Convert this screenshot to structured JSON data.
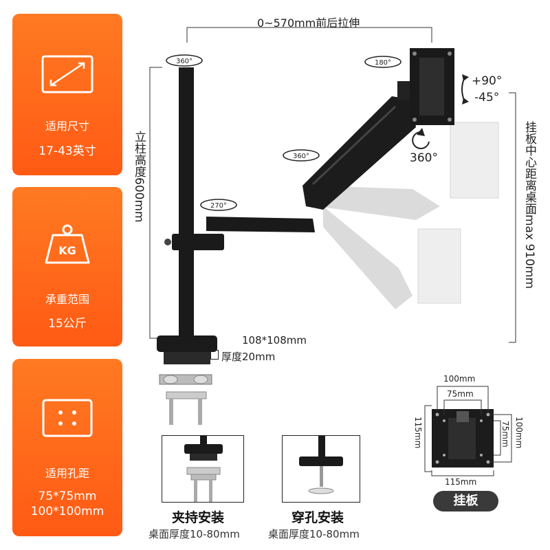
{
  "cards": [
    {
      "icon": "screen-size-icon",
      "line1": "适用尺寸",
      "line2": "17-43英寸"
    },
    {
      "icon": "weight-kg-icon",
      "icon_text": "KG",
      "line1": "承重范围",
      "line2": "15公斤"
    },
    {
      "icon": "vesa-holes-icon",
      "line1": "适用孔距",
      "line2": "75*75mm",
      "line3": "100*100mm"
    }
  ],
  "dimensions": {
    "extension": "0~570mm前后拉伸",
    "pole_height": "立柱高度600mm",
    "plate_height": "挂板中心距离桌面max 910mm",
    "base_size": "108*108mm",
    "base_thickness": "厚度20mm",
    "tilt_up": "+90°",
    "tilt_down": "-45°",
    "rotate_screen": "360°"
  },
  "rotation_badges": [
    "360°",
    "360°",
    "270°",
    "180°"
  ],
  "installation": [
    {
      "title": "夹持安装",
      "subtitle": "桌面厚度10-80mm"
    },
    {
      "title": "穿孔安装",
      "subtitle": "桌面厚度10-80mm"
    }
  ],
  "plate": {
    "label": "挂板",
    "top_outer": "100mm",
    "top_inner": "75mm",
    "left": "115mm",
    "right_inner": "75mm",
    "right_outer": "100mm",
    "bottom": "115mm"
  },
  "colors": {
    "accent": "#ff5a14",
    "dark": "#1a1a1a",
    "pill": "#3a3a3a"
  }
}
